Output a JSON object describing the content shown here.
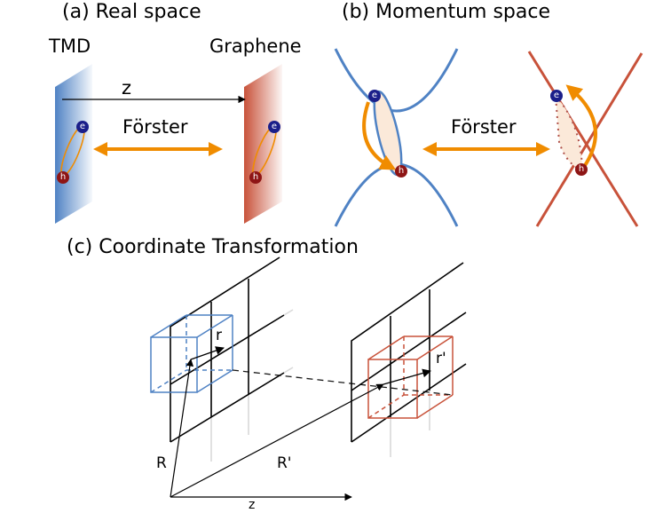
{
  "panel_a": {
    "title": "(a) Real space",
    "left_label": "TMD",
    "right_label": "Graphene",
    "distance_label": "z",
    "transfer_label": "Förster",
    "electron_label": "e",
    "hole_label": "h"
  },
  "panel_b": {
    "title": "(b) Momentum space",
    "transfer_label": "Förster",
    "electron_label": "e",
    "hole_label": "h"
  },
  "panel_c": {
    "title": "(c) Coordinate Transformation",
    "r_label": "r",
    "r_prime_label": "r'",
    "R_label": "R",
    "R_prime_label": "R'",
    "z_label": "z"
  },
  "colors": {
    "tmd_blue": "#4a7fc1",
    "graphene_red": "#c8523a",
    "arrow_orange": "#f08c00",
    "electron": "#1b1f8a",
    "hole": "#8e1515"
  }
}
